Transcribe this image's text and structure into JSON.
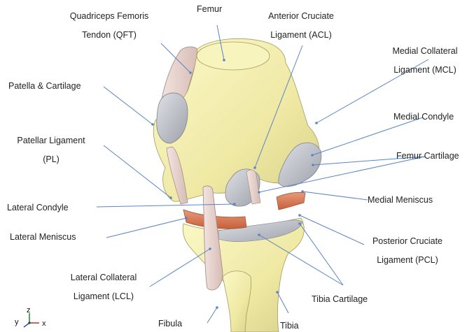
{
  "labels": {
    "qft_line1": "Quadriceps Femoris",
    "qft_line2": "Tendon (QFT)",
    "femur": "Femur",
    "acl_line1": "Anterior Cruciate",
    "acl_line2": "Ligament (ACL)",
    "mcl_line1": "Medial Collateral",
    "mcl_line2": "Ligament (MCL)",
    "patella": "Patella & Cartilage",
    "medial_condyle": "Medial Condyle",
    "pl_line1": "Patellar Ligament",
    "pl_line2": "(PL)",
    "femur_cartilage": "Femur Cartilage",
    "lateral_condyle": "Lateral Condyle",
    "medial_meniscus": "Medial Meniscus",
    "lateral_meniscus": "Lateral Meniscus",
    "pcl_line1": "Posterior Cruciate",
    "pcl_line2": "Ligament (PCL)",
    "lcl_line1": "Lateral Collateral",
    "lcl_line2": "Ligament (LCL)",
    "tibia_cartilage": "Tibia Cartilage",
    "fibula": "Fibula",
    "tibia": "Tibia"
  },
  "axes": {
    "y": "y",
    "z": "z",
    "x": "x"
  },
  "colors": {
    "bone": "#f2eeae",
    "bone_shadow": "#d9d38a",
    "cartilage": "#b9bcc4",
    "ligament": "#e8d4cf",
    "meniscus": "#d8744e",
    "leader": "#5b84c4"
  }
}
